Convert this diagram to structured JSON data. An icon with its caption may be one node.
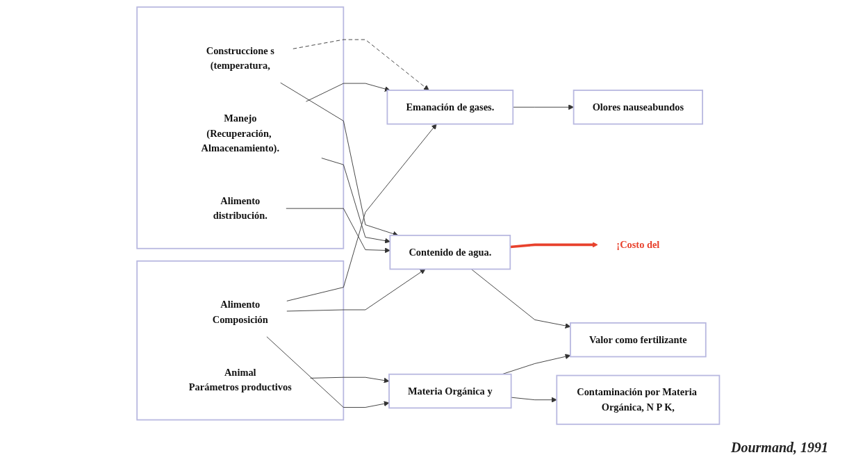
{
  "diagram": {
    "nodes": [
      {
        "text": [],
        "shape": "box"
      },
      {
        "text": [
          "Construccione s",
          "(temperatura,"
        ],
        "in": 0
      },
      {
        "text": [
          "Manejo",
          "(Recuperación, Almacenamiento)."
        ],
        "in": 0
      },
      {
        "text": [
          "Alimento",
          "distribución."
        ],
        "in": 0
      },
      {
        "text": [],
        "shape": "box"
      },
      {
        "text": [
          "Animal",
          "Parámetros productivos"
        ],
        "in": 4
      },
      {
        "text": [
          "Alimento",
          "Composición"
        ],
        "in": 4
      },
      {
        "text": [
          "Emanación de gases."
        ]
      },
      {
        "text": [
          "Olores nauseabundos"
        ]
      },
      {
        "text": [
          "Contenido de agua."
        ]
      },
      {
        "text": [
          "Valor como fertilizante"
        ]
      },
      {
        "text": [
          "Materia Orgánica y"
        ]
      },
      {
        "text": [
          "Contaminación por Materia Orgánica, N P K,"
        ]
      },
      {
        "text": [
          "¡Costo del"
        ]
      }
    ],
    "edges": [
      {
        "from": 1,
        "to": 7,
        "arrow": "to",
        "style": "dashed"
      },
      {
        "from": 1,
        "to": 9,
        "arrow": "to"
      },
      {
        "from": 2,
        "to": 7,
        "arrow": "to"
      },
      {
        "from": 2,
        "to": 9,
        "arrow": "to"
      },
      {
        "from": 3,
        "to": 9,
        "arrow": "to"
      },
      {
        "from": 5,
        "to": 11,
        "arrow": "to"
      },
      {
        "from": 6,
        "to": 7,
        "arrow": "to"
      },
      {
        "from": 6,
        "to": 9,
        "arrow": "to"
      },
      {
        "from": 6,
        "to": 11,
        "arrow": "to"
      },
      {
        "from": 7,
        "to": 8,
        "arrow": "to"
      },
      {
        "from": 9,
        "to": 13,
        "arrow": "to",
        "style": "thick",
        "color": "#e8412c"
      },
      {
        "from": 9,
        "to": 10,
        "arrow": "to"
      },
      {
        "from": 11,
        "to": 10,
        "arrow": "to"
      },
      {
        "from": 11,
        "to": 12,
        "arrow": "to"
      }
    ],
    "labels": [
      "Dourmand, 1991"
    ]
  }
}
